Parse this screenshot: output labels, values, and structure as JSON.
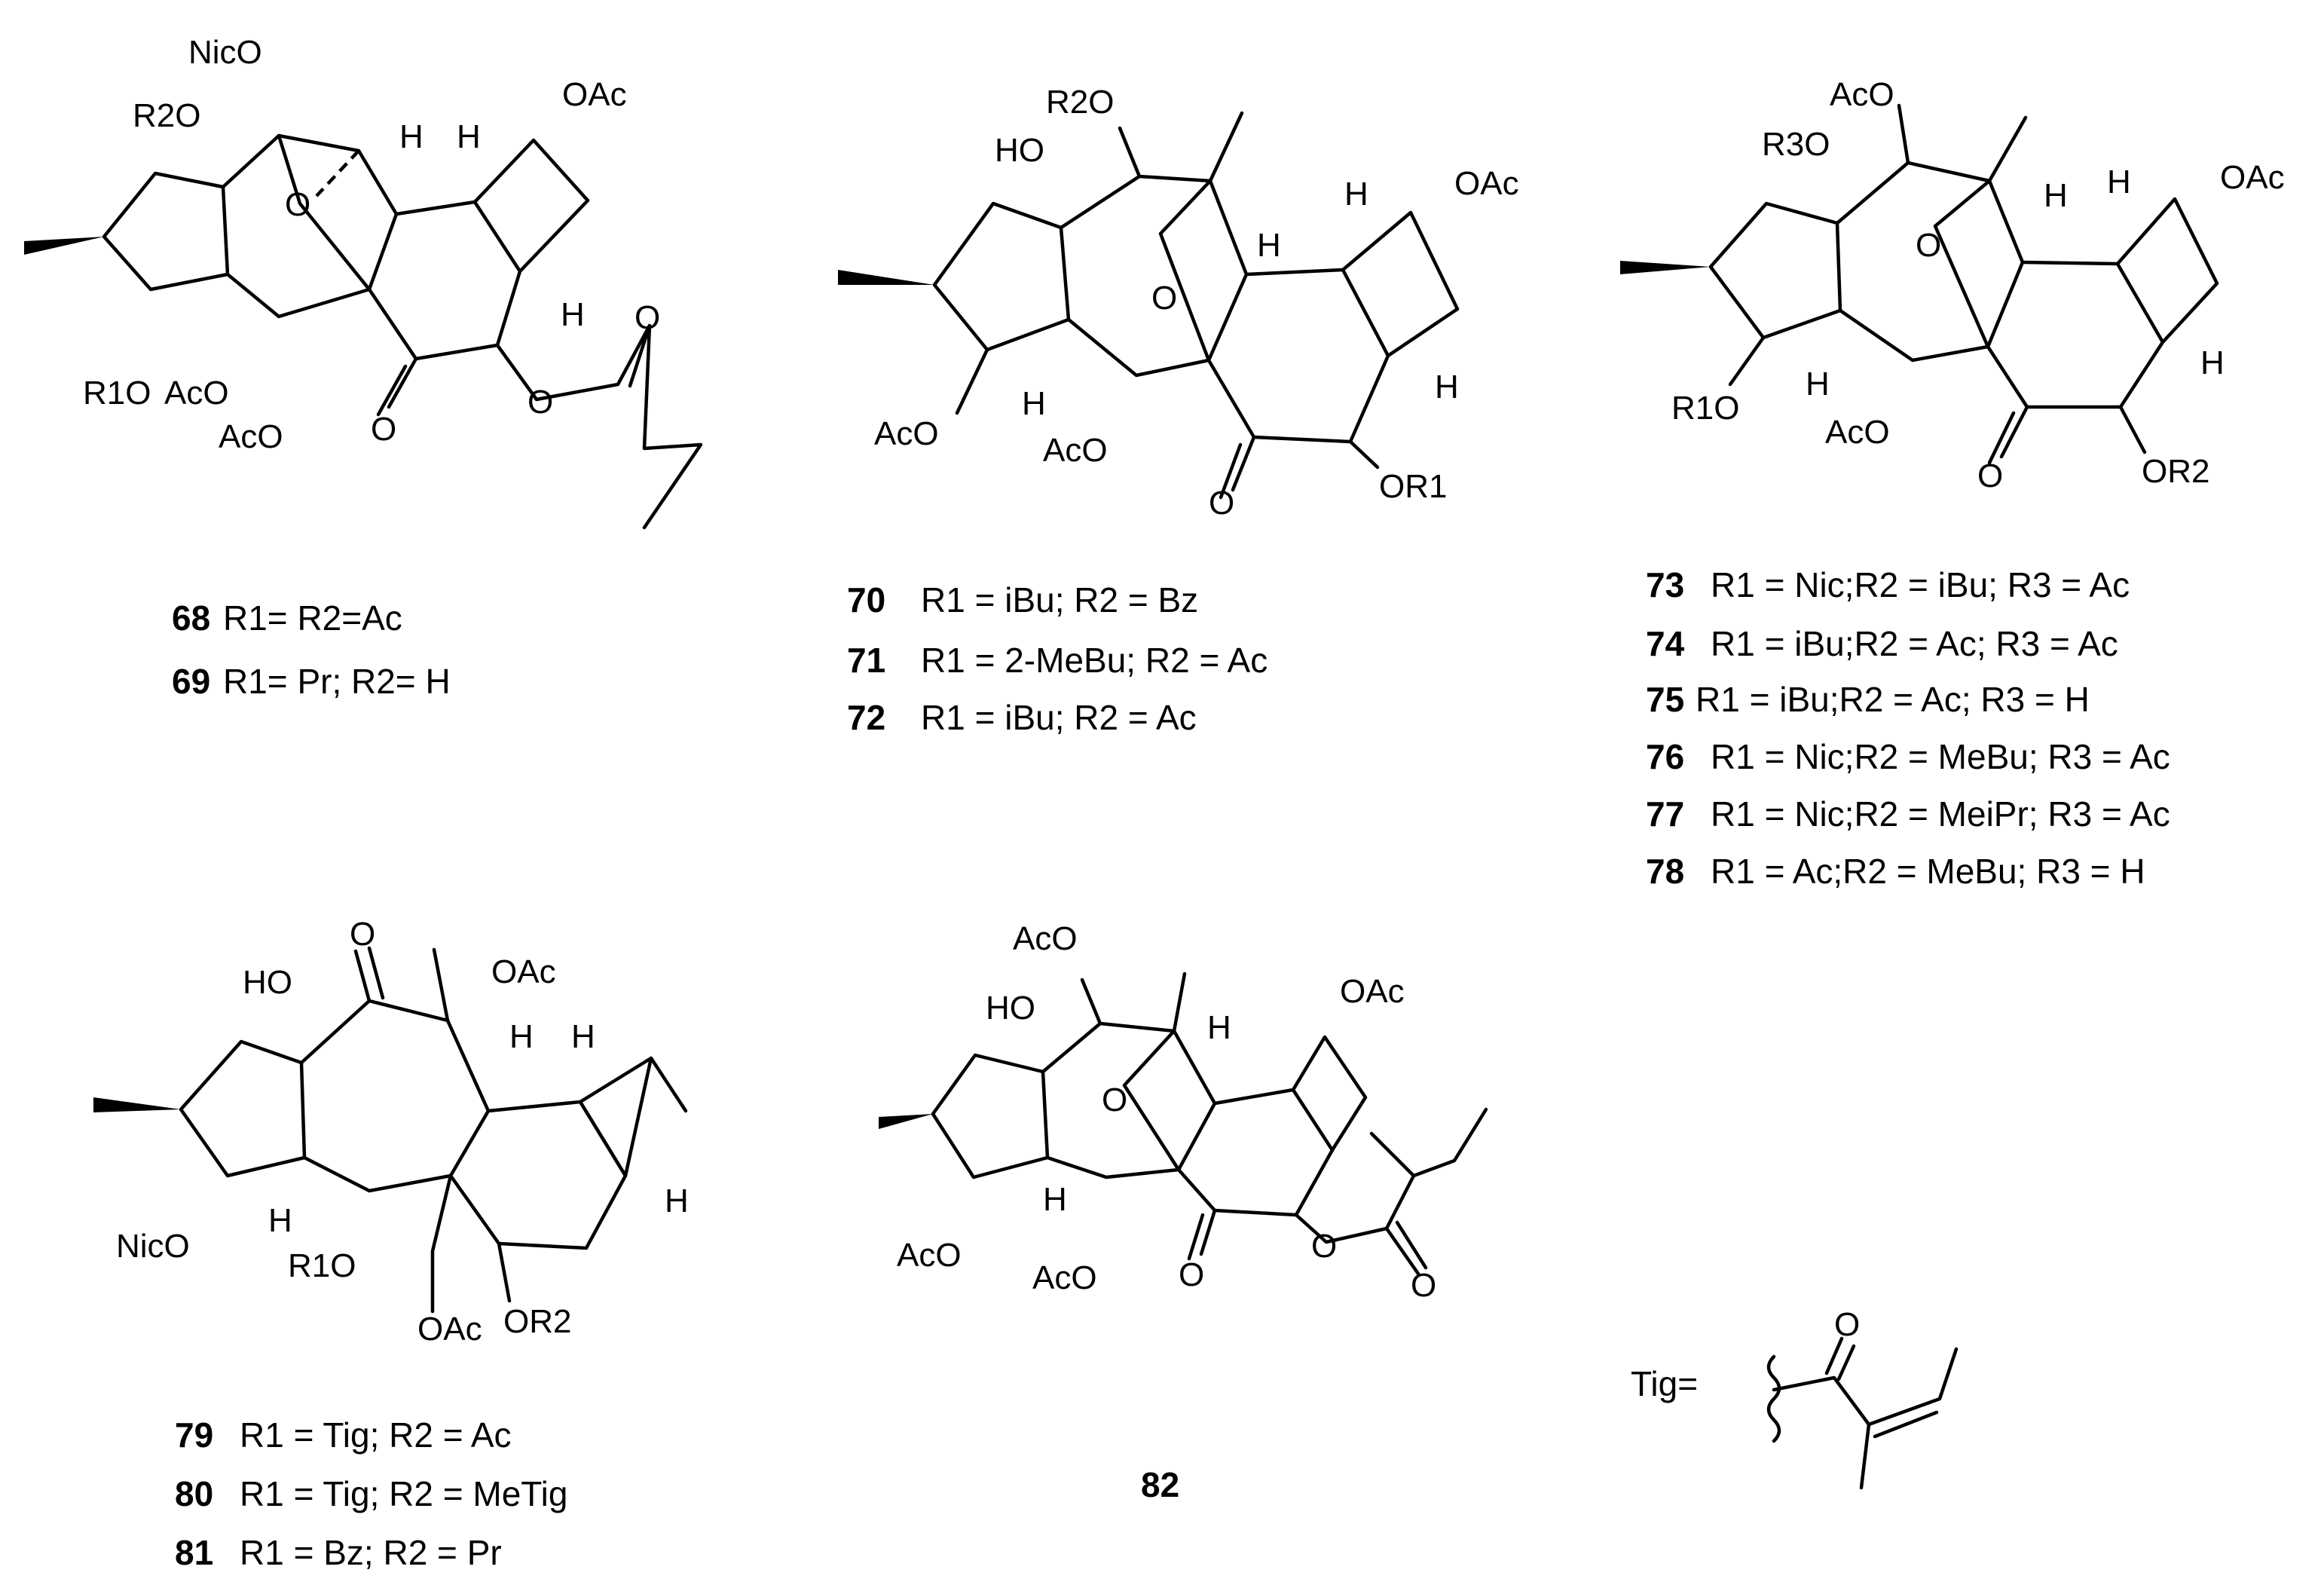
{
  "tig_definition": "Tig=",
  "structures": [
    {
      "id": "s68-69",
      "labels": [
        "NicO",
        "R2O",
        "OAc",
        "H",
        "H",
        "O",
        "H",
        "R1O",
        "AcO",
        "AcO",
        "O",
        "O",
        "O"
      ],
      "captions": [
        {
          "num": "68",
          "text": "R1= R2=Ac"
        },
        {
          "num": "69",
          "text": "R1= Pr; R2= H"
        }
      ]
    },
    {
      "id": "s70-72",
      "labels": [
        "R2O",
        "HO",
        "H",
        "H",
        "OAc",
        "O",
        "H",
        "AcO",
        "H",
        "AcO",
        "O",
        "OR1"
      ],
      "captions": [
        {
          "num": "70",
          "text": "R1 = iBu; R2 = Bz"
        },
        {
          "num": "71",
          "text": "R1 = 2-MeBu; R2 = Ac"
        },
        {
          "num": "72",
          "text": "R1 = iBu; R2 = Ac"
        }
      ]
    },
    {
      "id": "s73-78",
      "labels": [
        "AcO",
        "R3O",
        "H",
        "H",
        "OAc",
        "O",
        "H",
        "R1O",
        "H",
        "AcO",
        "O",
        "OR2"
      ],
      "captions": [
        {
          "num": "73",
          "text": "R1 = Nic;R2 = iBu; R3 = Ac"
        },
        {
          "num": "74",
          "text": "R1 = iBu;R2 = Ac; R3 = Ac"
        },
        {
          "num": "75",
          "text": "R1 = iBu;R2 = Ac; R3 = H"
        },
        {
          "num": "76",
          "text": "R1 = Nic;R2 = MeBu; R3 = Ac"
        },
        {
          "num": "77",
          "text": "R1 = Nic;R2 = MeiPr; R3 = Ac"
        },
        {
          "num": "78",
          "text": "R1 = Ac;R2 = MeBu; R3 = H"
        }
      ]
    },
    {
      "id": "s79-81",
      "labels": [
        "O",
        "HO",
        "OAc",
        "H",
        "H",
        "H",
        "NicO",
        "H",
        "R1O",
        "OAc",
        "OR2"
      ],
      "captions": [
        {
          "num": "79",
          "text": "R1 = Tig; R2 =  Ac"
        },
        {
          "num": "80",
          "text": "R1 = Tig; R2 =  MeTig"
        },
        {
          "num": "81",
          "text": "R1 = Bz; R2 = Pr"
        }
      ]
    },
    {
      "id": "s82",
      "labels": [
        "AcO",
        "HO",
        "OAc",
        "H",
        "O",
        "H",
        "AcO",
        "AcO",
        "O",
        "O",
        "O"
      ],
      "captions": [
        {
          "num": "82",
          "text": ""
        }
      ]
    }
  ]
}
